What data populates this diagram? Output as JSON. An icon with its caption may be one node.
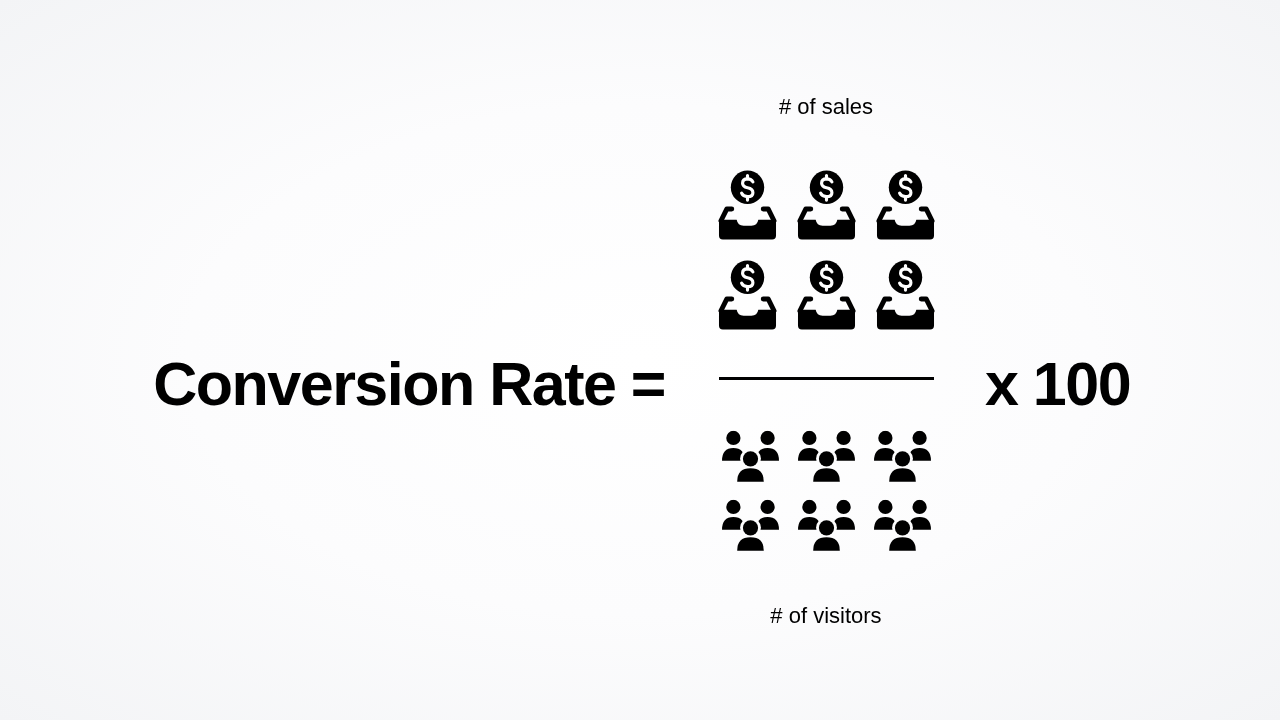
{
  "diagram": {
    "labels": [
      "# of sales",
      "Conversion Rate =",
      "x 100",
      "# of visitors"
    ]
  }
}
